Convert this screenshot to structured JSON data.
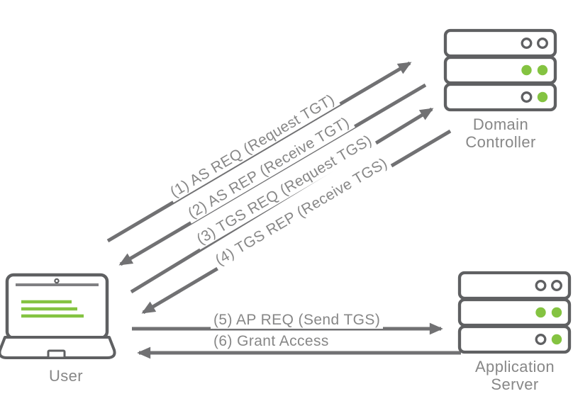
{
  "nodes": {
    "user": {
      "label": "User",
      "icon": "laptop-icon"
    },
    "domain_controller": {
      "label": "Domain Controller",
      "icon": "server-stack-icon"
    },
    "application_server": {
      "label": "Application Server",
      "icon": "server-stack-icon"
    }
  },
  "messages": [
    {
      "label": "(1) AS REQ (Request TGT)",
      "from": "User",
      "to": "Domain Controller"
    },
    {
      "label": "(2) AS REP (Receive TGT)",
      "from": "Domain Controller",
      "to": "User"
    },
    {
      "label": "(3) TGS REQ (Request TGS)",
      "from": "User",
      "to": "Domain Controller"
    },
    {
      "label": "(4) TGS REP (Receive TGS)",
      "from": "Domain Controller",
      "to": "User"
    },
    {
      "label": "(5) AP REQ (Send TGS)",
      "from": "User",
      "to": "Application Server"
    },
    {
      "label": "(6) Grant Access",
      "from": "Application Server",
      "to": "User"
    }
  ],
  "colors": {
    "accent_green": "#84C341",
    "icon_outline_gray": "#5F6062",
    "arrow_gray": "#717173",
    "label_text_gray": "#878787",
    "background": "#FFFFFF"
  }
}
